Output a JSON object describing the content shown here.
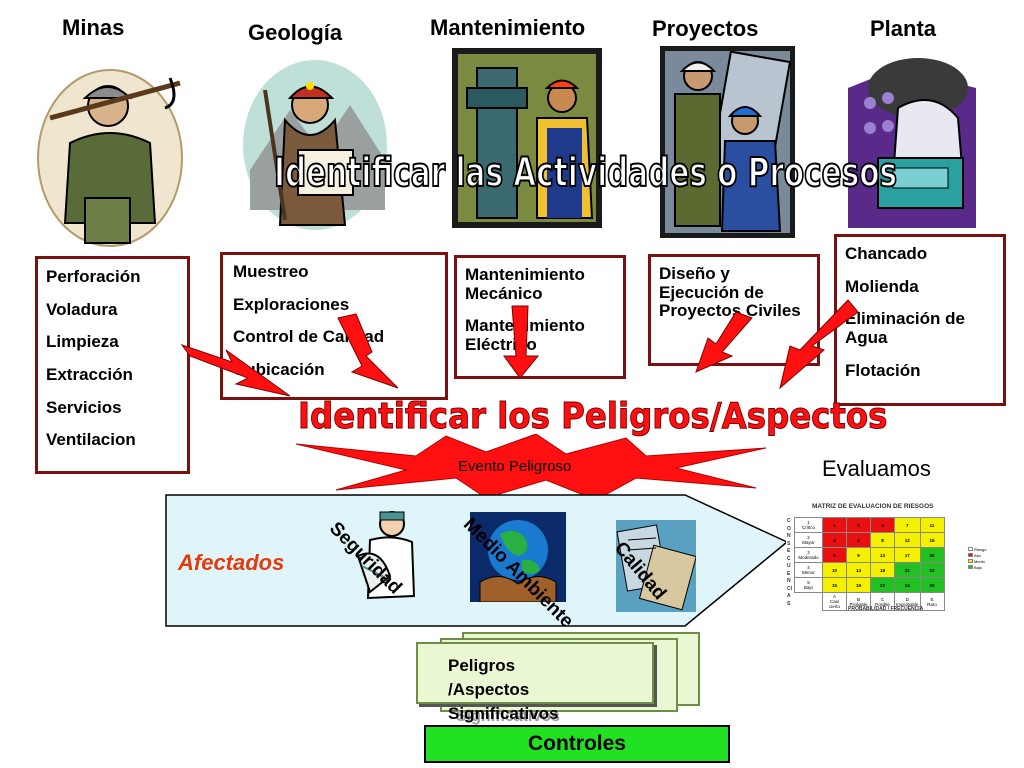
{
  "departments": [
    {
      "name": "Minas",
      "activities": [
        "Perforación",
        "Voladura",
        "Limpieza",
        "Extracción",
        "Servicios",
        "Ventilacion"
      ]
    },
    {
      "name": "Geología",
      "activities": [
        "Muestreo",
        "Exploraciones",
        "Control de Calidad",
        "Cubicación"
      ]
    },
    {
      "name": "Mantenimiento",
      "activities": [
        "Mantenimiento Mecánico",
        "Mantenimiento Eléctrico"
      ]
    },
    {
      "name": "Proyectos",
      "activities": [
        "Diseño y Ejecución de Proyectos Civiles"
      ]
    },
    {
      "name": "Planta",
      "activities": [
        "Chancado",
        "Molienda",
        "Eliminación de Agua",
        "Flotación"
      ]
    }
  ],
  "headings": {
    "identify_activities": "Identificar las Actividades o Procesos",
    "identify_hazards": "Identificar los Peligros/Aspectos",
    "hazard_event": "Evento Peligroso",
    "evaluate": "Evaluamos",
    "affected": "Afectados",
    "significant": "Peligros /Aspectos Significativos",
    "significant_shadow": "Significativos",
    "controls": "Controles"
  },
  "affected_items": [
    "Seguridad",
    "Medio Ambiente",
    "Calidad"
  ],
  "risk_matrix": {
    "title": "MATRIZ DE EVALUACION DE RIESGOS",
    "axis_left": "CONSECUENCIAS",
    "axis_bottom": "PROBABILIDAD / FRECUENCIA",
    "rows": [
      {
        "code": "1",
        "label": "Crítico",
        "cells": [
          "1",
          "2",
          "4",
          "7",
          "11"
        ]
      },
      {
        "code": "2",
        "label": "Mayor",
        "cells": [
          "3",
          "5",
          "8",
          "12",
          "16"
        ]
      },
      {
        "code": "3",
        "label": "Moderado",
        "cells": [
          "6",
          "9",
          "13",
          "17",
          "20"
        ]
      },
      {
        "code": "4",
        "label": "Menor",
        "cells": [
          "10",
          "14",
          "18",
          "21",
          "23"
        ]
      },
      {
        "code": "5",
        "label": "Bajo",
        "cells": [
          "15",
          "19",
          "22",
          "24",
          "25"
        ]
      }
    ],
    "columns": [
      {
        "code": "A",
        "label": "Casi cierto"
      },
      {
        "code": "B",
        "label": "Probable"
      },
      {
        "code": "C",
        "label": "Posible"
      },
      {
        "code": "D",
        "label": "Improbable"
      },
      {
        "code": "E",
        "label": "Raro"
      }
    ],
    "cell_colors": [
      [
        "#e81010",
        "#e81010",
        "#e81010",
        "#f5f000",
        "#f5f000"
      ],
      [
        "#e81010",
        "#e81010",
        "#f5f000",
        "#f5f000",
        "#f5f000"
      ],
      [
        "#e81010",
        "#f5f000",
        "#f5f000",
        "#f5f000",
        "#22c022"
      ],
      [
        "#f5f000",
        "#f5f000",
        "#f5f000",
        "#22c022",
        "#22c022"
      ],
      [
        "#f5f000",
        "#f5f000",
        "#22c022",
        "#22c022",
        "#22c022"
      ]
    ],
    "legend": [
      {
        "label": "Riesgo",
        "color": "#ffffff"
      },
      {
        "label": "Alto",
        "color": "#e81010"
      },
      {
        "label": "Medio",
        "color": "#f5f000"
      },
      {
        "label": "Bajo",
        "color": "#22c022"
      }
    ]
  },
  "colors": {
    "box_border": "#7b1010",
    "arrow_red": "#ff1010",
    "affected_orange": "#e33b0c",
    "controls_green": "#22e022",
    "pentagon_fill": "#dff5fa"
  }
}
